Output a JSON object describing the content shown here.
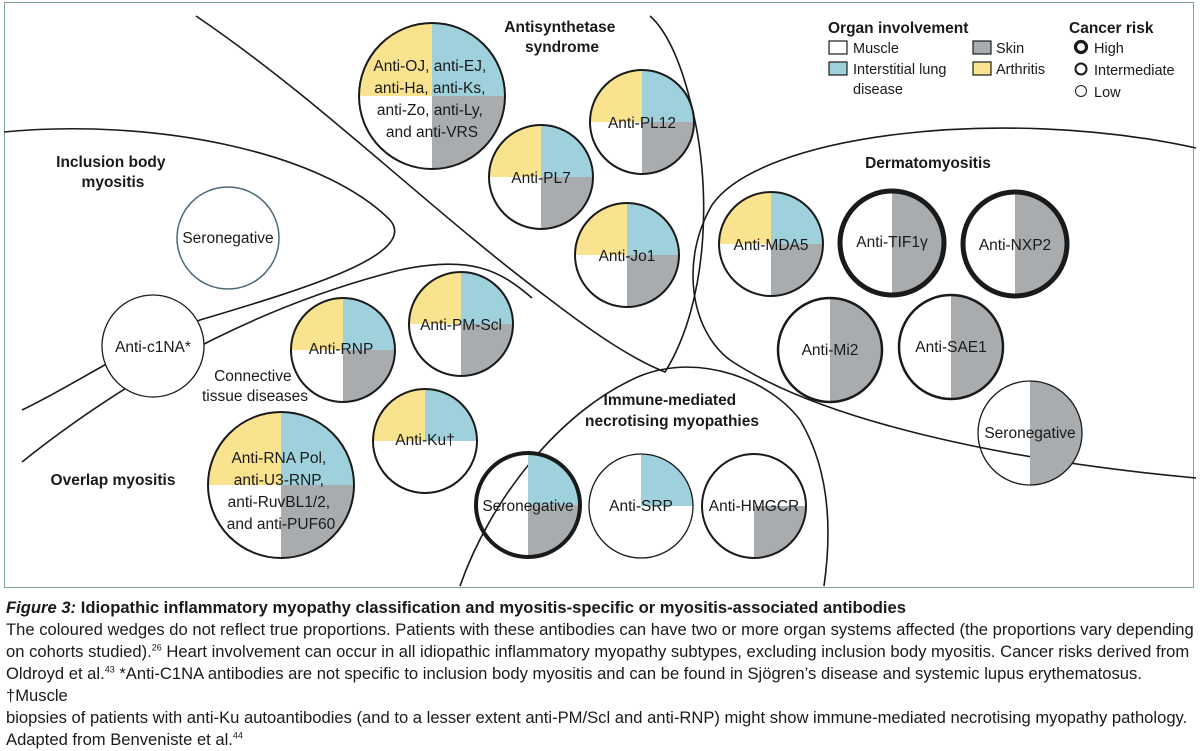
{
  "colors": {
    "frame": "#7fa59a",
    "skin": "#a9acaf",
    "ild": "#9fd1dc",
    "arthritis": "#f9e38e",
    "muscle": "#ffffff",
    "line": "#1a1a1a",
    "seronegative_ring": "#4d6a7a"
  },
  "regions": {
    "antisynthetase": [
      "Antisynthetase",
      "syndrome"
    ],
    "ibm": [
      "Inclusion body",
      "myositis"
    ],
    "dermatomyositis": [
      "Dermatomyositis"
    ],
    "imnm": [
      "Immune-mediated",
      "necrotising myopathies"
    ],
    "overlap": [
      "Overlap myositis"
    ],
    "ctd": [
      "Connective",
      "tissue diseases"
    ]
  },
  "legend": {
    "organ_title": "Organ involvement",
    "muscle": "Muscle",
    "ild": [
      "Interstitial lung",
      "disease"
    ],
    "skin": "Skin",
    "arthritis": "Arthritis",
    "cancer_title": "Cancer risk",
    "high": "High",
    "intermediate": "Intermediate",
    "low": "Low"
  },
  "antibodies": {
    "oj_group": [
      "Anti-OJ, anti-EJ,",
      "anti-Ha, anti-Ks,",
      "anti-Zo, anti-Ly,",
      "and anti-VRS"
    ],
    "pl12": [
      "Anti-PL12"
    ],
    "pl7": [
      "Anti-PL7"
    ],
    "jo1": [
      "Anti-Jo1"
    ],
    "ibm_seroneg": [
      "Seronegative"
    ],
    "c1na": [
      "Anti-c1NA*"
    ],
    "rnp": [
      "Anti-RNP"
    ],
    "pmscl": [
      "Anti-PM-Scl"
    ],
    "ku": [
      "Anti-Ku†"
    ],
    "rnapol_group": [
      "Anti-RNA Pol,",
      "anti-U3-RNP,",
      "anti-RuvBL1/2,",
      "and anti-PUF60"
    ],
    "imnm_seroneg": [
      "Seronegative"
    ],
    "srp": [
      "Anti-SRP"
    ],
    "hmgcr": [
      "Anti-HMGCR"
    ],
    "mda5": [
      "Anti-MDA5"
    ],
    "tif1g": [
      "Anti-TIF1γ"
    ],
    "nxp2": [
      "Anti-NXP2"
    ],
    "mi2": [
      "Anti-Mi2"
    ],
    "sae1": [
      "Anti-SAE1"
    ],
    "dm_seroneg": [
      "Seronegative"
    ]
  },
  "caption": {
    "figure_label": "Figure 3:",
    "title": "Idiopathic inflammatory myopathy classification and myositis-specific or myositis-associated antibodies",
    "lines": [
      "The coloured wedges do not reflect true proportions. Patients with these antibodies can have two or more organ systems affected (the proportions vary depending",
      "on cohorts studied).",
      "26",
      " Heart involvement can occur in all idiopathic inflammatory myopathy subtypes, excluding inclusion body myositis. Cancer risks derived from",
      "Oldroyd et al.",
      "43",
      " *Anti-C1NA antibodies are not specific to inclusion body myositis and can be found in Sjögren’s disease and systemic lupus erythematosus. †Muscle",
      "biopsies of patients with anti-Ku autoantibodies (and to a lesser extent anti-PM/Scl and anti-RNP) might show immune-mediated necrotising myopathy pathology.",
      "Adapted from Benveniste et al.",
      "44"
    ]
  }
}
